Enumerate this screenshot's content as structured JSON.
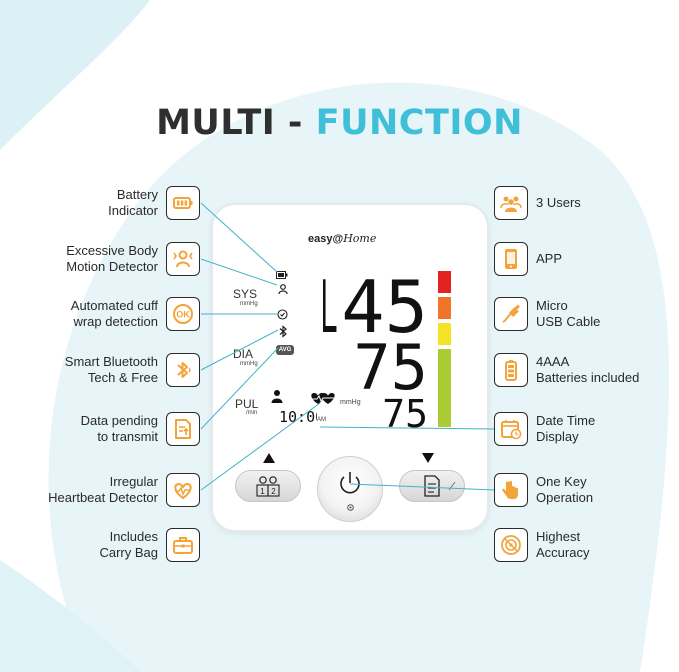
{
  "title": {
    "part1": "MULTI - ",
    "part2": "FUNCTION"
  },
  "colors": {
    "accent": "#3fc0d8",
    "icon_orange": "#f2a33a",
    "leader": "#3fb3c8"
  },
  "features_left": [
    {
      "line1": "Battery",
      "line2": "Indicator",
      "icon": "battery-icon"
    },
    {
      "line1": "Excessive Body",
      "line2": "Motion Detector",
      "icon": "motion-detector-icon"
    },
    {
      "line1": "Automated cuff",
      "line2": "wrap detection",
      "icon": "cuff-ok-icon"
    },
    {
      "line1": "Smart Bluetooth",
      "line2": "Tech & Free",
      "icon": "bluetooth-icon"
    },
    {
      "line1": "Data pending",
      "line2": "to transmit",
      "icon": "data-transmit-icon"
    },
    {
      "line1": "Irregular",
      "line2": "Heartbeat Detector",
      "icon": "irregular-heartbeat-icon"
    },
    {
      "line1": "Includes",
      "line2": "Carry Bag",
      "icon": "carry-bag-icon"
    }
  ],
  "features_right": [
    {
      "line1": "3 Users",
      "line2": "",
      "icon": "users-icon"
    },
    {
      "line1": "APP",
      "line2": "",
      "icon": "phone-app-icon"
    },
    {
      "line1": "Micro",
      "line2": "USB Cable",
      "icon": "usb-cable-icon"
    },
    {
      "line1": "4AAA",
      "line2": "Batteries included",
      "icon": "aaa-battery-icon"
    },
    {
      "line1": "Date Time",
      "line2": "Display",
      "icon": "calendar-clock-icon"
    },
    {
      "line1": "One Key",
      "line2": "Operation",
      "icon": "one-key-hand-icon"
    },
    {
      "line1": "Highest",
      "line2": "Accuracy",
      "icon": "accuracy-target-icon"
    }
  ],
  "device": {
    "brand_prefix": "easy@",
    "brand_suffix": "Home",
    "sys_label": "SYS",
    "sys_unit": "mmHg",
    "dia_label": "DIA",
    "dia_unit": "mmHg",
    "pul_label": "PUL",
    "pul_unit": "/min",
    "avg_label": "AVG",
    "mmhg_label": "mmHg",
    "am_label": "AM",
    "systolic": "145",
    "diastolic": "75",
    "pulse": "75",
    "time": "10:00"
  }
}
